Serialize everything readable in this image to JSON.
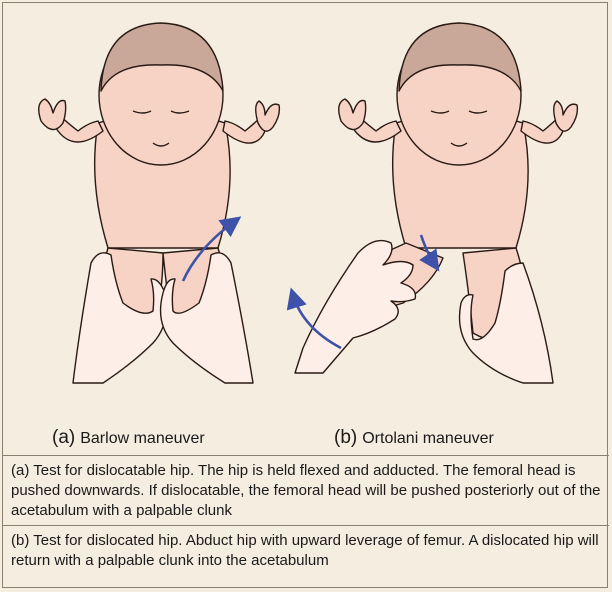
{
  "figure": {
    "panel_a": {
      "tag": "(a)",
      "caption": "Barlow maneuver",
      "description": "(a) Test for dislocatable hip. The hip is held flexed and adducted. The femoral head is pushed downwards. If dislocatable, the femoral head will be pushed posteriorly out of the acetabulum with a palpable clunk"
    },
    "panel_b": {
      "tag": "(b)",
      "caption": "Ortolani maneuver",
      "description": "(b) Test for dislocated hip. Abduct hip with upward leverage of femur. A dislocated hip will return with a palpable clunk into the acetabulum"
    }
  },
  "colors": {
    "background": "#f4ede0",
    "skin": "#f7d3c6",
    "hair": "#c9a89a",
    "arrow": "#3d52a8",
    "outline": "#2a1a14"
  }
}
